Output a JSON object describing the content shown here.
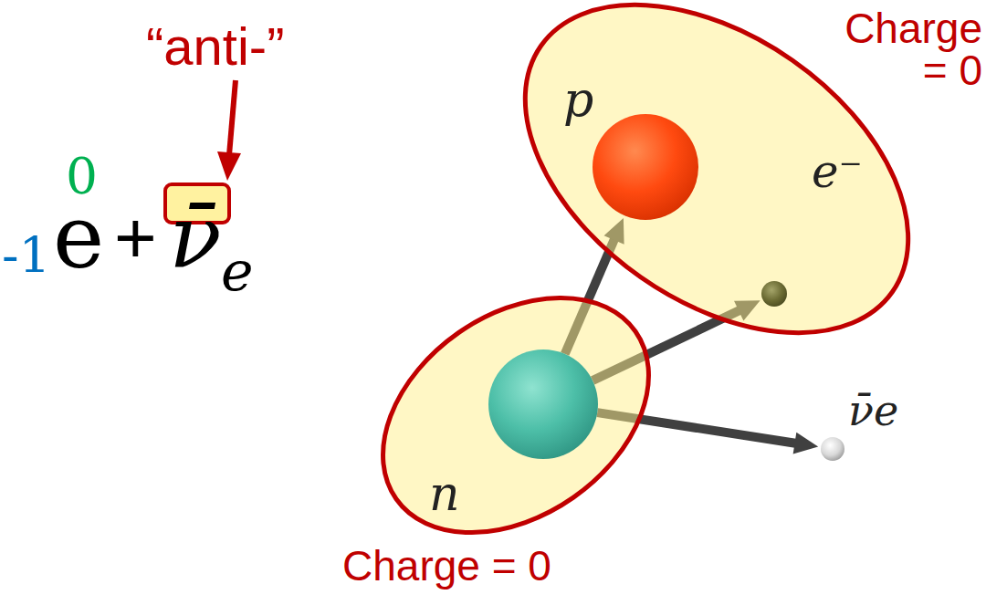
{
  "diagram": {
    "nodes": [
      {
        "text": [
          "Charge = 0"
        ]
      },
      {
        "text": [
          "p"
        ],
        "in": 0
      },
      {
        "text": [
          "e⁻"
        ],
        "in": 0
      },
      {
        "text": [
          "Charge = 0"
        ]
      },
      {
        "text": [
          "n"
        ],
        "in": 3
      },
      {
        "text": [
          "ν̄e"
        ]
      }
    ],
    "edges": [
      {
        "from": 4,
        "to": 1,
        "arrow": "to"
      },
      {
        "from": 4,
        "to": 2,
        "arrow": "to"
      },
      {
        "from": 4,
        "to": 5,
        "arrow": "to"
      }
    ],
    "labels": [
      "“anti-”",
      "0",
      "-1",
      "e",
      "+",
      "ν̄",
      "e"
    ]
  }
}
